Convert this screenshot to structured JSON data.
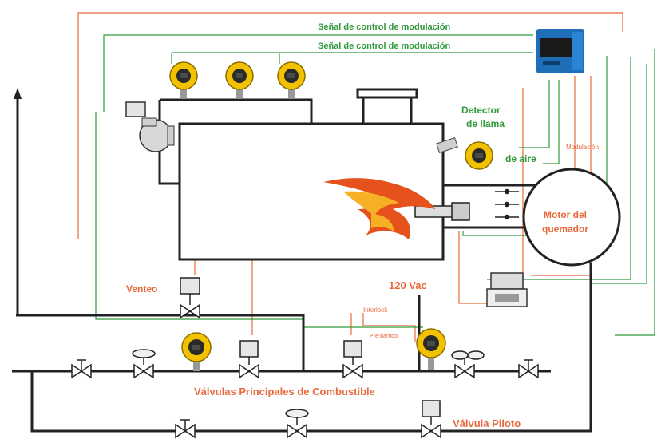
{
  "labels": {
    "signal_1": "Señal de control de modulación",
    "signal_2": "Señal de control de modulación",
    "flame_detector_1": "Detector",
    "flame_detector_2": "de llama",
    "air_flow": "de aire",
    "modulation": "Modulación",
    "motor_1": "Motor del",
    "motor_2": "quemador",
    "vent": "Venteo",
    "vac": "120 Vac",
    "interlock": "Interlock",
    "pre_purge": "Pre-barrido",
    "main_valves": "Válvulas Principales de Combustible",
    "pilot_valve": "Válvula Piloto"
  },
  "colors": {
    "green_wire": "#2e9a3a",
    "orange_wire": "#e8693b",
    "pipe": "#222222",
    "transmitter": "#f2c200",
    "controller": "#1f6fb8"
  }
}
